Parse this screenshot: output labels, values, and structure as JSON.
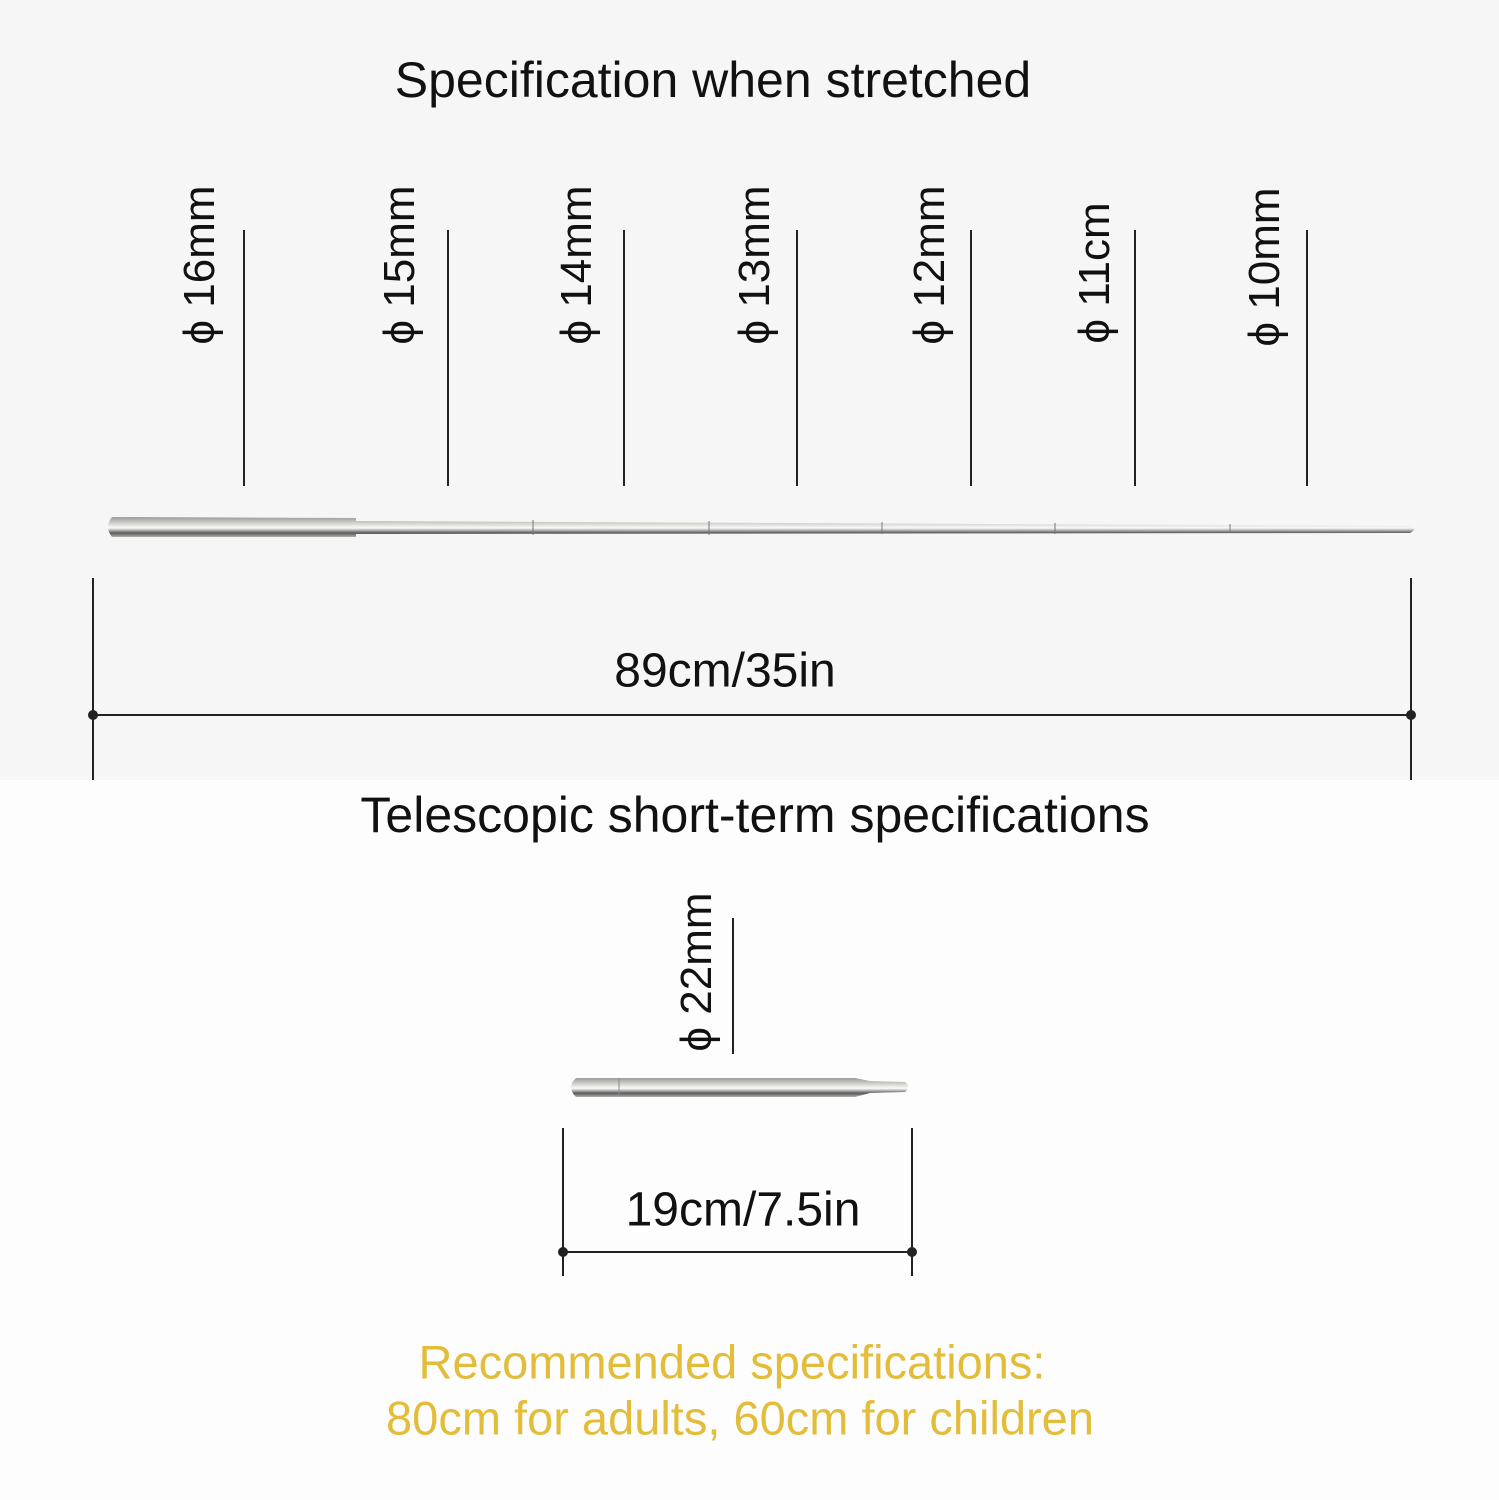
{
  "stretched": {
    "title": "Specification when stretched",
    "diameters": [
      "ϕ 16mm",
      "ϕ 15mm",
      "ϕ 14mm",
      "ϕ 13mm",
      "ϕ 12mm",
      "ϕ 11cm",
      "ϕ 10mm"
    ],
    "length": "89cm/35in"
  },
  "retracted": {
    "title": "Telescopic short-term specifications",
    "diameter": "ϕ 22mm",
    "length": "19cm/7.5in"
  },
  "recommendation": {
    "line1": "Recommended specifications:",
    "line2": "80cm for adults, 60cm for children",
    "color": "#e3bd3a"
  }
}
